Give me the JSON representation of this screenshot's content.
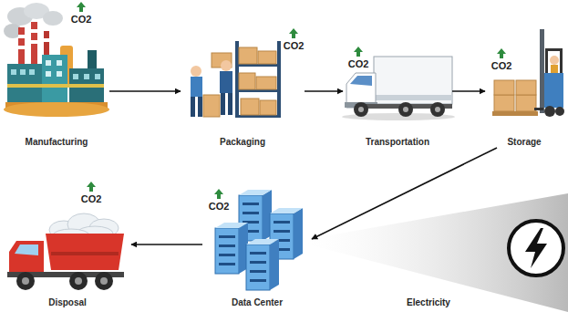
{
  "diagram": {
    "nodes": [
      {
        "text": [
          "Manufacturing"
        ]
      },
      {
        "text": [
          "Packaging"
        ]
      },
      {
        "text": [
          "Transportation"
        ]
      },
      {
        "text": [
          "Storage"
        ]
      },
      {
        "text": [
          "Data Center"
        ]
      },
      {
        "text": [
          "Disposal"
        ]
      }
    ],
    "edges": [
      {
        "from": 0,
        "to": 1,
        "arrow": "to"
      },
      {
        "from": 1,
        "to": 2,
        "arrow": "to"
      },
      {
        "from": 2,
        "to": 3,
        "arrow": "to"
      },
      {
        "from": 3,
        "to": 4,
        "arrow": "to"
      },
      {
        "from": 4,
        "to": 5,
        "arrow": "to"
      }
    ],
    "labels": [
      "CO2",
      "CO2",
      "CO2",
      "CO2",
      "CO2",
      "CO2",
      "Electricity"
    ]
  }
}
